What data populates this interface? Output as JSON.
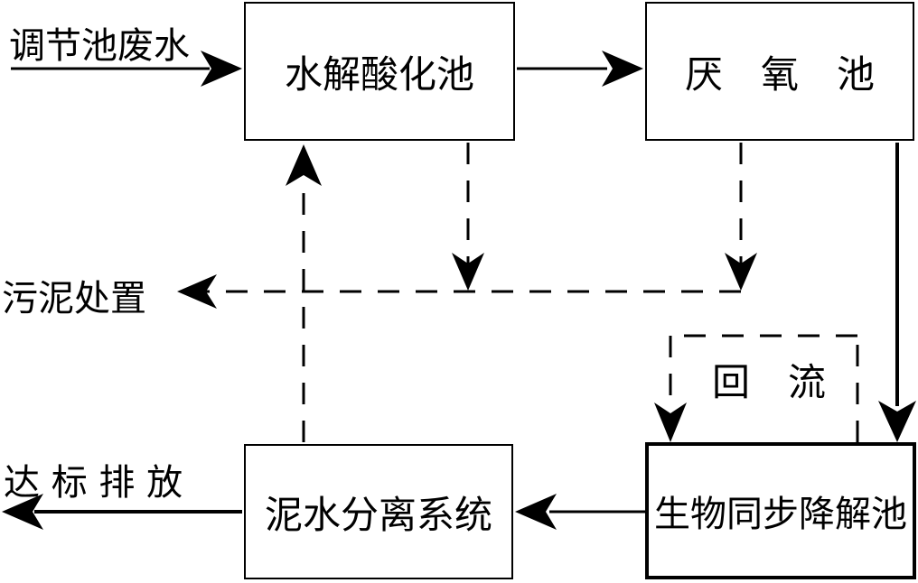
{
  "nodes": {
    "hydrolysis": "水解酸化池",
    "anaerobic": "厌　氧　池",
    "bio": "生物同步降解池",
    "separation": "泥水分离系统"
  },
  "labels": {
    "inflow": "调节池废水",
    "sludge": "污泥处置",
    "recycle": "回　流",
    "discharge": "达 标 排 放"
  }
}
